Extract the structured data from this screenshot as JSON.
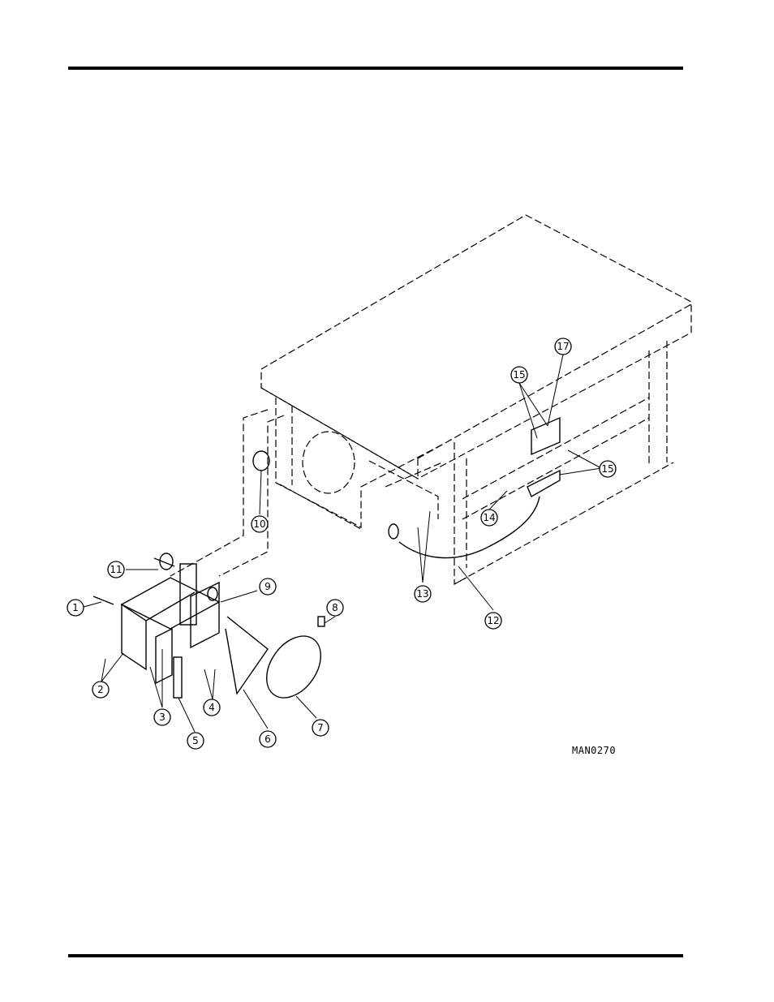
{
  "diagram": {
    "drawing_code": "MAN0270",
    "callouts": [
      "1",
      "2",
      "3",
      "4",
      "5",
      "6",
      "7",
      "8",
      "9",
      "10",
      "11",
      "12",
      "13",
      "14",
      "15",
      "15",
      "17"
    ]
  }
}
